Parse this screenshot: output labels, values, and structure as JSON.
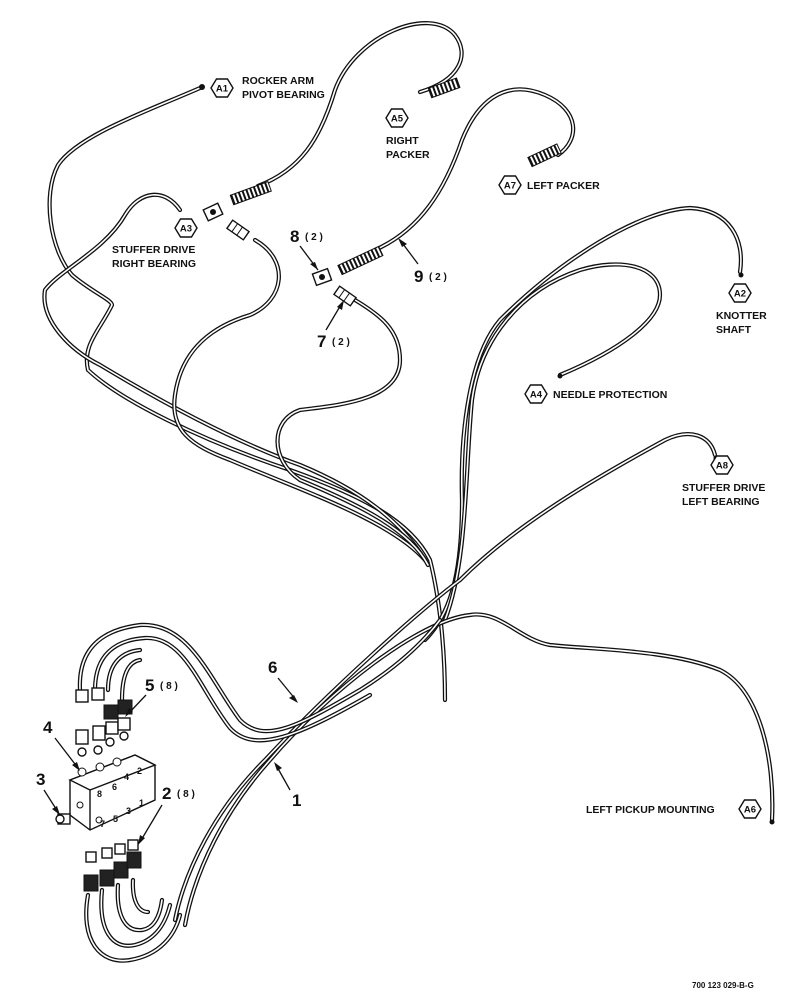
{
  "callouts": {
    "a1": {
      "id": "A1",
      "line1": "ROCKER ARM",
      "line2": "PIVOT BEARING"
    },
    "a5": {
      "id": "A5",
      "line1": "RIGHT",
      "line2": "PACKER"
    },
    "a7": {
      "id": "A7",
      "line1": "LEFT PACKER"
    },
    "a3": {
      "id": "A3",
      "line1": "STUFFER DRIVE",
      "line2": "RIGHT BEARING"
    },
    "a2": {
      "id": "A2",
      "line1": "KNOTTER",
      "line2": "SHAFT"
    },
    "a4": {
      "id": "A4",
      "line1": "NEEDLE PROTECTION"
    },
    "a8": {
      "id": "A8",
      "line1": "STUFFER DRIVE",
      "line2": "LEFT BEARING"
    },
    "a6": {
      "id": "A6",
      "line1": "LEFT PICKUP MOUNTING"
    }
  },
  "parts": {
    "p1": {
      "num": "1"
    },
    "p2": {
      "num": "2",
      "qty": "( 8 )"
    },
    "p3": {
      "num": "3"
    },
    "p4": {
      "num": "4"
    },
    "p5": {
      "num": "5",
      "qty": "( 8 )"
    },
    "p6": {
      "num": "6"
    },
    "p7": {
      "num": "7",
      "qty": "( 2 )"
    },
    "p8": {
      "num": "8",
      "qty": "( 2 )"
    },
    "p9": {
      "num": "9",
      "qty": "( 2 )"
    }
  },
  "block_ports": {
    "top_row": [
      "8",
      "6",
      "4",
      "2"
    ],
    "bottom_row": [
      "7",
      "5",
      "3",
      "1"
    ]
  },
  "drawing_code": "700 123 029-B-G"
}
